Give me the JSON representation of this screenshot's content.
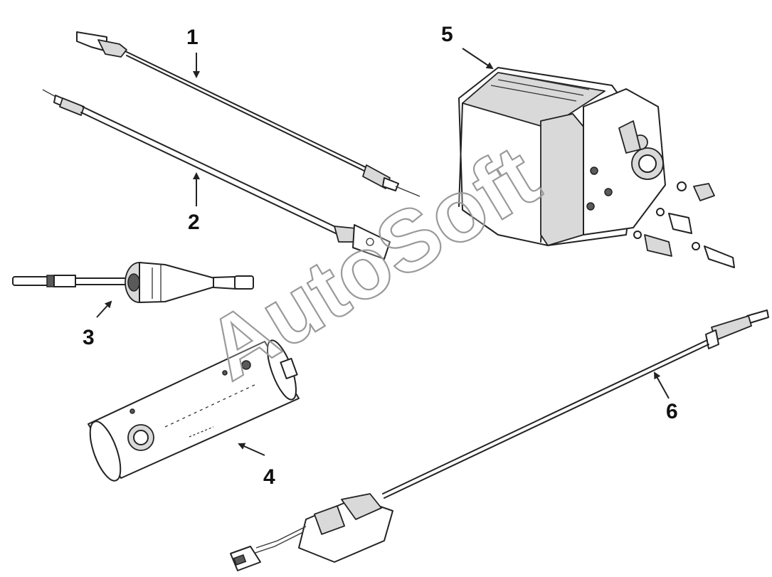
{
  "callouts": [
    {
      "id": "1",
      "text": "1"
    },
    {
      "id": "2",
      "text": "2"
    },
    {
      "id": "3",
      "text": "3"
    },
    {
      "id": "4",
      "text": "4"
    },
    {
      "id": "5",
      "text": "5"
    },
    {
      "id": "6",
      "text": "6"
    }
  ],
  "watermark": "AutoSoft"
}
